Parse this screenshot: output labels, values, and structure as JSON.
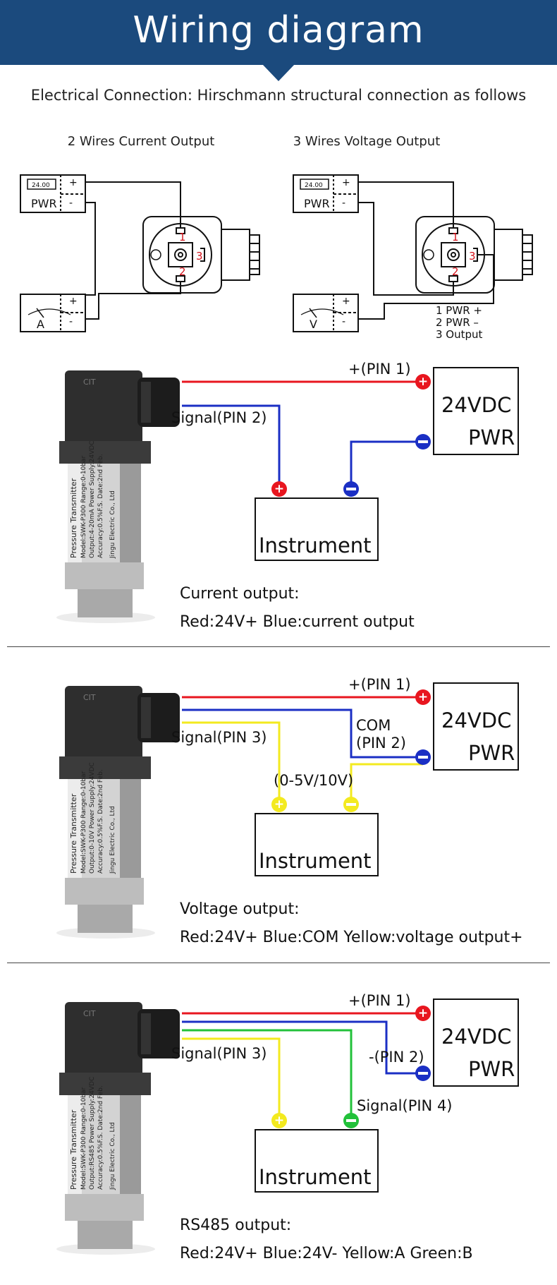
{
  "header": {
    "title": "Wiring diagram"
  },
  "subtitle": "Electrical Connection: Hirschmann structural connection as follows",
  "wiring_left": {
    "title": "2 Wires Current Output",
    "pwr": "PWR",
    "meter": "A",
    "display": "24.00"
  },
  "wiring_right": {
    "title": "3 Wires Voltage Output",
    "pwr": "PWR",
    "meter": "V",
    "display": "24.00",
    "legend": [
      "1 PWR +",
      "2 PWR –",
      "3 Output"
    ]
  },
  "connector_pins": {
    "p1": "1",
    "p2": "2",
    "p3": "3"
  },
  "sections": [
    {
      "pin1": "+(PIN 1)",
      "signal": "Signal(PIN 2)",
      "supply_line1": "24VDC",
      "supply_line2": "PWR",
      "instrument": "Instrument",
      "note_title": "Current output:",
      "note_colors": "Red:24V+ Blue:current output"
    },
    {
      "pin1": "+(PIN 1)",
      "signal": "Signal(PIN 3)",
      "com1": "COM",
      "com2": "(PIN 2)",
      "range": "(0-5V/10V)",
      "supply_line1": "24VDC",
      "supply_line2": "PWR",
      "instrument": "Instrument",
      "note_title": "Voltage output:",
      "note_colors": "Red:24V+ Blue:COM Yellow:voltage output+"
    },
    {
      "pin1": "+(PIN 1)",
      "signal": "Signal(PIN 3)",
      "pin2": "-(PIN 2)",
      "signal4": "Signal(PIN 4)",
      "supply_line1": "24VDC",
      "supply_line2": "PWR",
      "instrument": "Instrument",
      "note_title": "RS485 output:",
      "note_colors": "Red:24V+ Blue:24V- Yellow:A Green:B"
    }
  ],
  "transmitter_labels": {
    "brand": "CIT",
    "line1": "Pressure Transmitter",
    "line2": "Model:SWK-P300  Range:0-10bar",
    "line3_s1": "Output:4-20mA  Power Supply:24VDC",
    "line3_s2": "Output:0-10V  Power Supply:24VDC",
    "line3_s3": "Output:RS485  Power Supply:24VDC",
    "line4": "Accuracy:0.5%F.S.  Date:2nd Feb.",
    "line5": "Jingu Electric Co., Ltd"
  },
  "colors": {
    "banner": "#1b4a7d",
    "red": "#e8161f",
    "blue": "#1b2fc4",
    "yellow": "#f3ea1f",
    "green": "#22c13a"
  }
}
